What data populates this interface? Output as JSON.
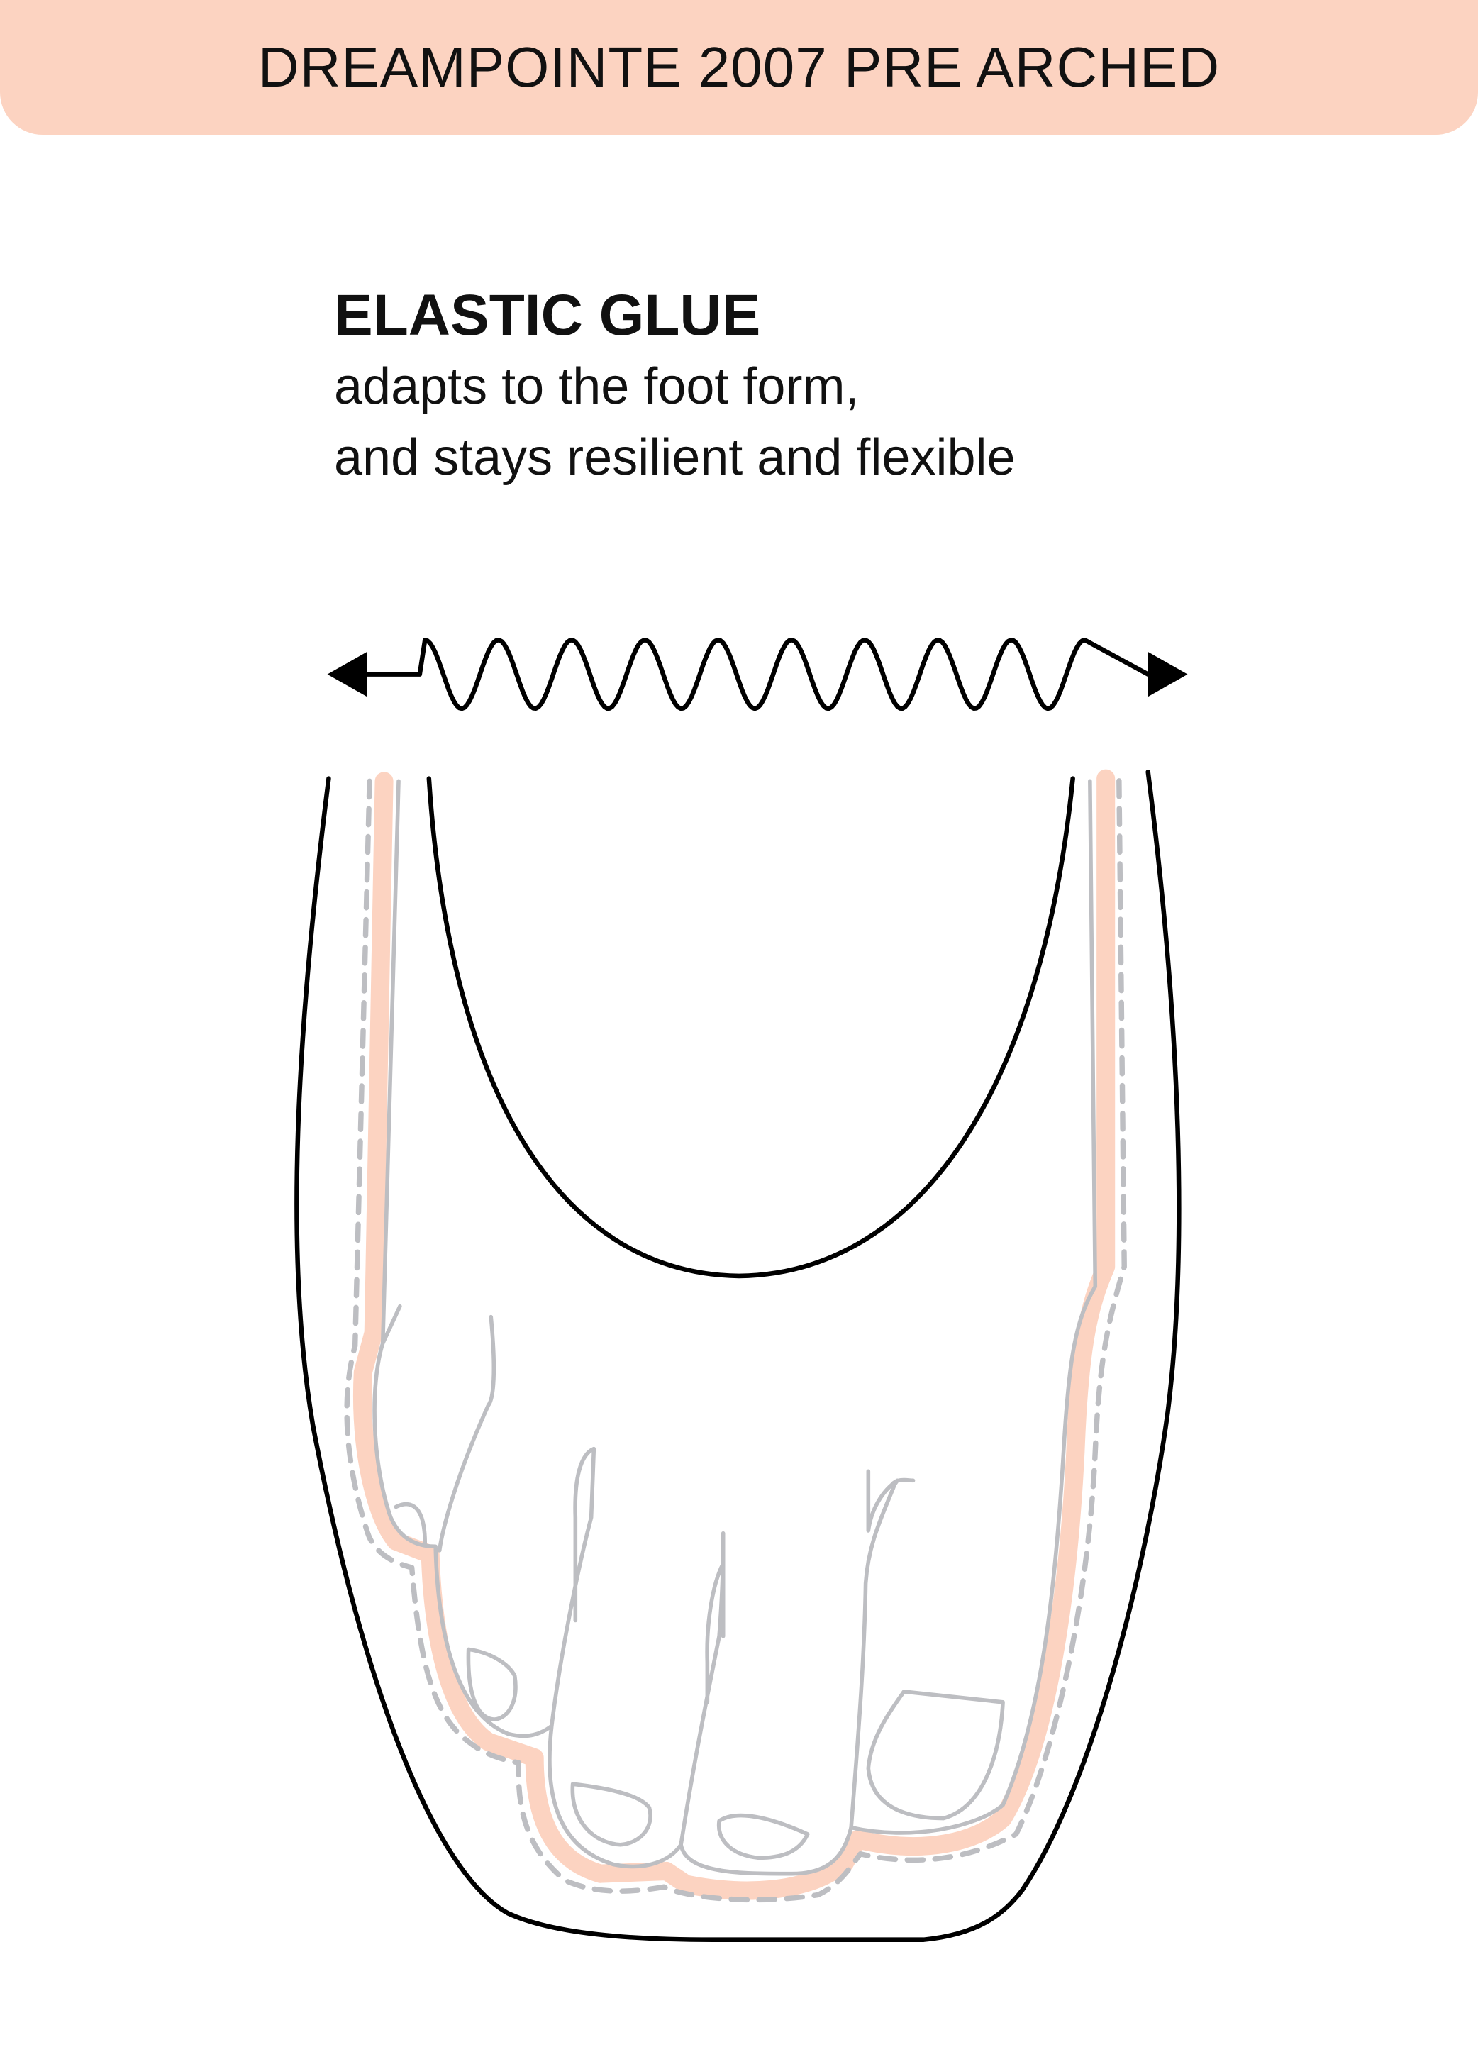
{
  "header": {
    "title": "DREAMPOINTE 2007 PRE ARCHED"
  },
  "feature": {
    "title": "ELASTIC GLUE",
    "line1": "adapts to the foot form,",
    "line2": "and stays resilient and flexible"
  },
  "colors": {
    "accent": "#FCD3C1",
    "outline": "#111111",
    "foot": "#BDBEC2"
  },
  "icons": [
    "double-arrow-spring-icon",
    "pointe-shoe-diagram"
  ]
}
